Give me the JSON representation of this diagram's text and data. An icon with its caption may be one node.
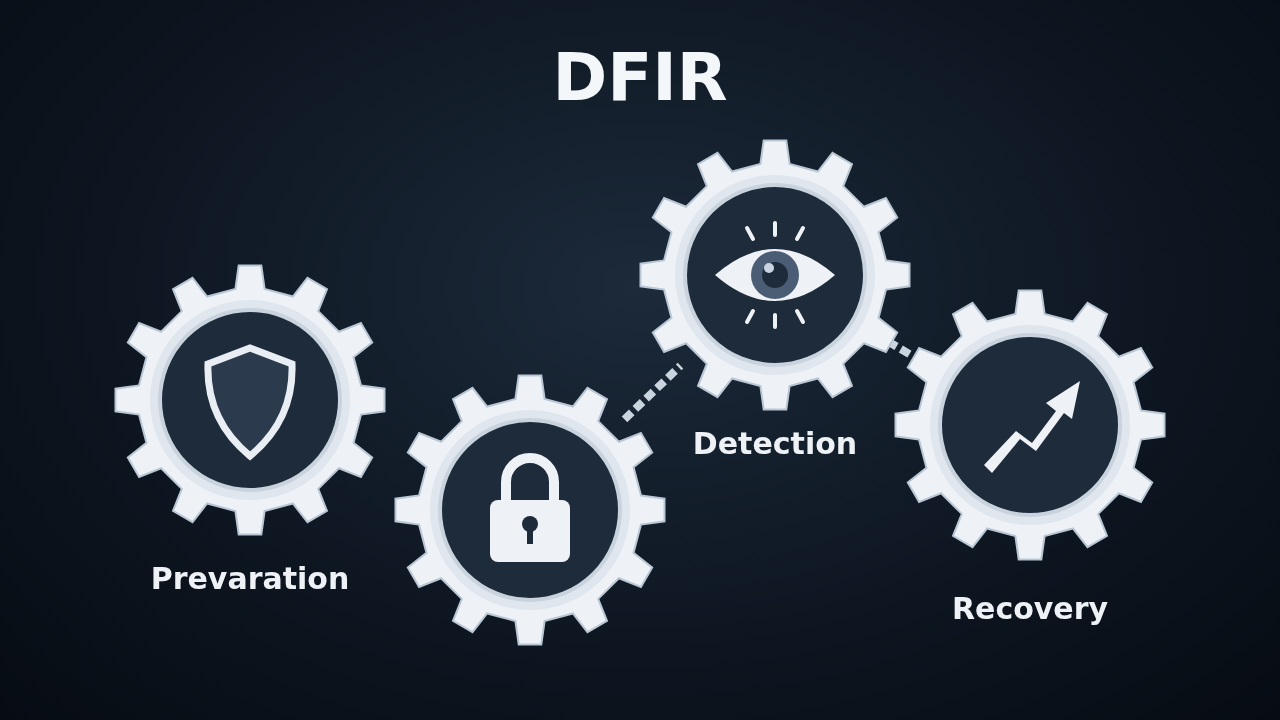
{
  "diagram": {
    "title": "DFIR",
    "nodes": [
      {
        "text": [
          "Prevaration"
        ]
      },
      {
        "text": [],
        "shape": "gear"
      },
      {
        "text": [
          "Detection"
        ]
      },
      {
        "text": [
          "Recovery"
        ]
      }
    ],
    "edges": [
      {
        "from": 1,
        "to": 2,
        "arrow": "none"
      },
      {
        "from": 2,
        "to": 3,
        "arrow": "none"
      }
    ]
  }
}
